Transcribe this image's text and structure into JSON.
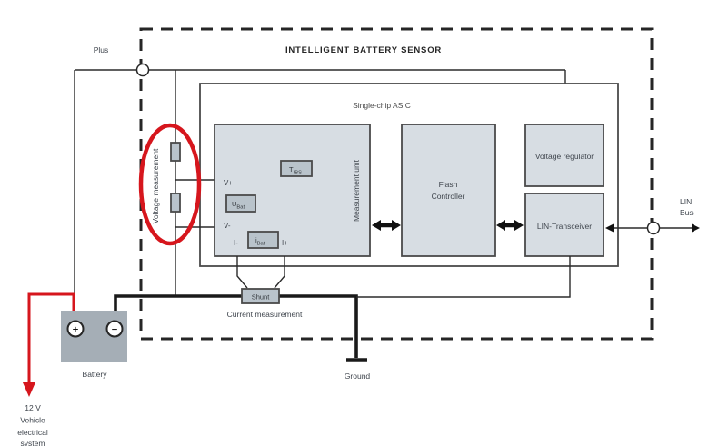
{
  "diagram": {
    "title": "INTELLIGENT BATTERY SENSOR",
    "asic_label": "Single-chip ASIC",
    "plus_label": "Plus",
    "voltage_measurement_label": "Voltage measurement",
    "current_measurement_label": "Current measurement",
    "shunt_label": "Shunt",
    "ground_label": "Ground",
    "battery_label": "Battery",
    "lin_bus": {
      "line1": "LIN",
      "line2": "Bus"
    },
    "vehicle_system_lines": [
      "12 V",
      "Vehicle",
      "electrical",
      "system"
    ],
    "blocks": {
      "measurement_unit": "Measurement unit",
      "flash_controller_line1": "Flash",
      "flash_controller_line2": "Controller",
      "voltage_regulator": "Voltage regulator",
      "lin_transceiver": "LIN-Transceiver"
    },
    "signals": {
      "t_ibs": {
        "main": "T",
        "sub": "IBS"
      },
      "u_bat": {
        "main": "U",
        "sub": "Bat"
      },
      "i_bat": {
        "main": "i",
        "sub": "Bat"
      },
      "v_plus": "V+",
      "v_minus": "V-",
      "i_minus": "I-",
      "i_plus": "I+"
    },
    "battery_terminals": {
      "plus": "+",
      "minus": "−"
    },
    "colors": {
      "box-fill": "#d7dde3",
      "inner-fill": "#b9c3cb",
      "battery-fill": "#a5aeb6",
      "line": "#2b2b2b",
      "border": "#4a4a4a",
      "red": "#d6161d",
      "text": "#3f454d"
    }
  }
}
